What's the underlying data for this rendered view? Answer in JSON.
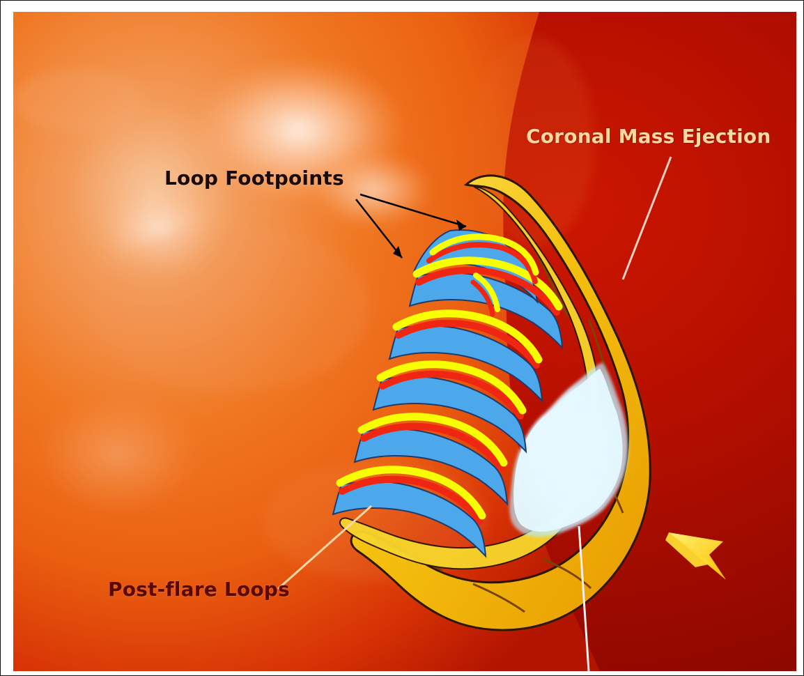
{
  "labels": {
    "loop_footpoints": "Loop Footpoints",
    "coronal_mass_ejection": "Coronal Mass Ejection",
    "post_flare_loops": "Post-flare Loops"
  },
  "palette": {
    "surface_light": "#f4a06e",
    "surface_mid": "#ec6b20",
    "surface_dark": "#c12000",
    "corona_dark": "#8d0a00",
    "cme_yellow": "#f8ce17",
    "cme_orange": "#e38e00",
    "loop_yellow": "#f2ff00",
    "loop_red": "#ee2a12",
    "loop_blue": "#4aa7ea",
    "flare_white": "#dff6ff",
    "arrow_yellow": "#ffcc00"
  }
}
